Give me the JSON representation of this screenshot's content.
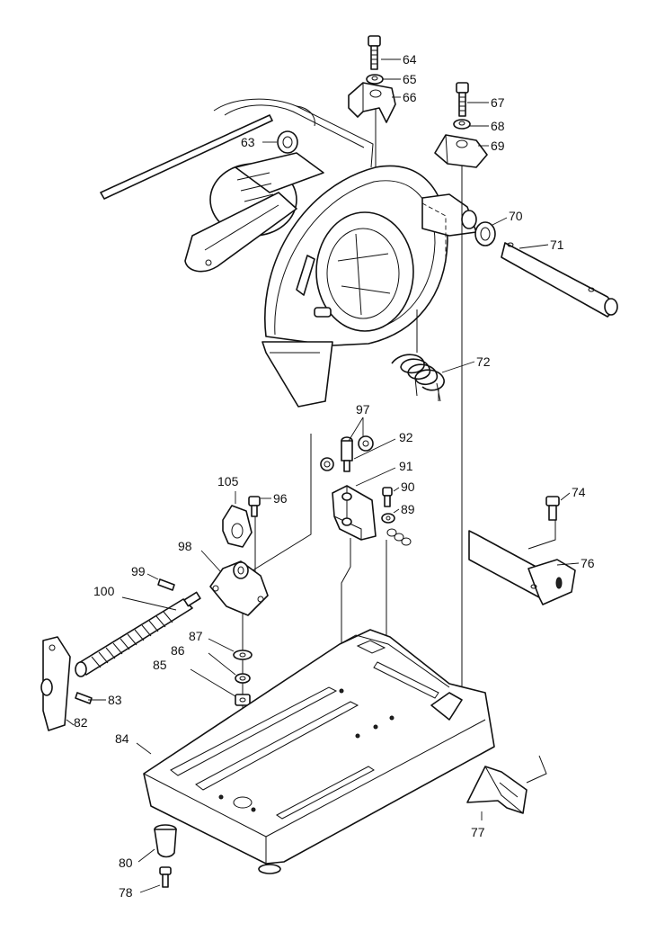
{
  "parts": [
    {
      "id": "p64",
      "label": "64"
    },
    {
      "id": "p65",
      "label": "65"
    },
    {
      "id": "p66",
      "label": "66"
    },
    {
      "id": "p67",
      "label": "67"
    },
    {
      "id": "p68",
      "label": "68"
    },
    {
      "id": "p69",
      "label": "69"
    },
    {
      "id": "p63",
      "label": "63"
    },
    {
      "id": "p70",
      "label": "70"
    },
    {
      "id": "p71",
      "label": "71"
    },
    {
      "id": "p72",
      "label": "72"
    },
    {
      "id": "p97",
      "label": "97"
    },
    {
      "id": "p92",
      "label": "92"
    },
    {
      "id": "p91",
      "label": "91"
    },
    {
      "id": "p105",
      "label": "105"
    },
    {
      "id": "p96",
      "label": "96"
    },
    {
      "id": "p90",
      "label": "90"
    },
    {
      "id": "p89",
      "label": "89"
    },
    {
      "id": "p74",
      "label": "74"
    },
    {
      "id": "p98",
      "label": "98"
    },
    {
      "id": "p99",
      "label": "99"
    },
    {
      "id": "p76",
      "label": "76"
    },
    {
      "id": "p100",
      "label": "100"
    },
    {
      "id": "p87",
      "label": "87"
    },
    {
      "id": "p86",
      "label": "86"
    },
    {
      "id": "p85",
      "label": "85"
    },
    {
      "id": "p83",
      "label": "83"
    },
    {
      "id": "p82",
      "label": "82"
    },
    {
      "id": "p84",
      "label": "84"
    },
    {
      "id": "p77",
      "label": "77"
    },
    {
      "id": "p80",
      "label": "80"
    },
    {
      "id": "p78",
      "label": "78"
    }
  ]
}
